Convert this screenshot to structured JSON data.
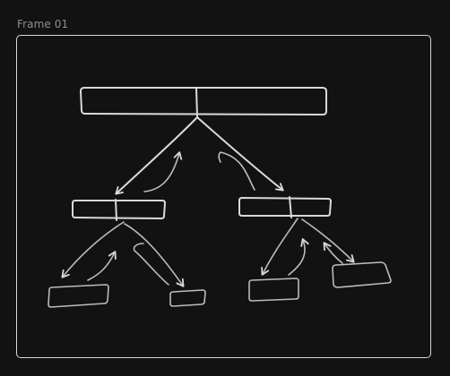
{
  "frame": {
    "label": "Frame 01"
  },
  "colors": {
    "canvas_bg": "#121212",
    "stroke": "#d9d9d9",
    "label_gray": "#8e8e8e"
  },
  "diagram": {
    "kind": "hand-drawn tree sketch",
    "nodes": [
      "root",
      "left-child",
      "right-child",
      "leaf-1",
      "leaf-2",
      "leaf-3",
      "leaf-4"
    ]
  }
}
